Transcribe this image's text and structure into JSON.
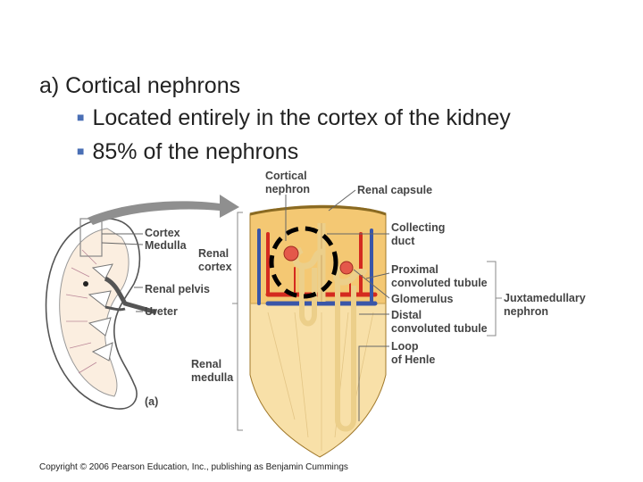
{
  "slide": {
    "heading": "a) Cortical nephrons",
    "bullets": [
      "Located entirely in the cortex of the kidney",
      "85% of the nephrons"
    ]
  },
  "diagram": {
    "labels": {
      "cortical_nephron": "Cortical\nnephron",
      "renal_capsule": "Renal capsule",
      "collecting_duct": "Collecting\nduct",
      "cortex": "Cortex",
      "medulla": "Medulla",
      "renal_cortex": "Renal\ncortex",
      "renal_pelvis": "Renal pelvis",
      "ureter": "Ureter",
      "proximal_tubule": "Proximal\nconvoluted tubule",
      "glomerulus": "Glomerulus",
      "distal_tubule": "Distal\nconvoluted tubule",
      "loop_of_henle": "Loop\nof Henle",
      "juxtamedullary": "Juxtamedullary\nnephron",
      "renal_medulla": "Renal\nmedulla",
      "panel": "(a)"
    }
  },
  "footer": {
    "copyright": "Copyright © 2006 Pearson Education, Inc., publishing as Benjamin Cummings"
  },
  "colors": {
    "bullet": "#4a6fb5",
    "cortex_fill": "#f4c873",
    "medulla_fill": "#f8e0a8",
    "artery": "#d42a1f",
    "vein": "#3a56a8",
    "tubule": "#f3d9a4",
    "highlight_circle": "#000000"
  }
}
